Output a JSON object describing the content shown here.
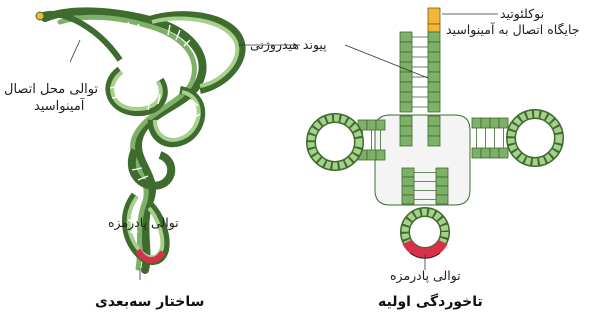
{
  "labels": {
    "nucleotide": "نوکلئوتید",
    "aa_site": "جایگاه اتصال به آمینواسید",
    "hbond": "پیوند هیدروژنی",
    "aa_seq_line1": "توالی محل اتصال",
    "aa_seq_line2": "آمینواسید",
    "anticodon_left": "توالی پادرمزه",
    "anticodon_right": "توالی پادرمزه"
  },
  "captions": {
    "left": "ساختار سه‌بعدی",
    "right": "تاخوردگی اولیه"
  },
  "colors": {
    "stem": "#7fb069",
    "stem_dark": "#3e6b2e",
    "loop": "#a8d08d",
    "anticodon": "#d9304a",
    "acceptor_end": "#f2b63a",
    "rungs": "#ffffff",
    "core": "#f4f4f4"
  }
}
